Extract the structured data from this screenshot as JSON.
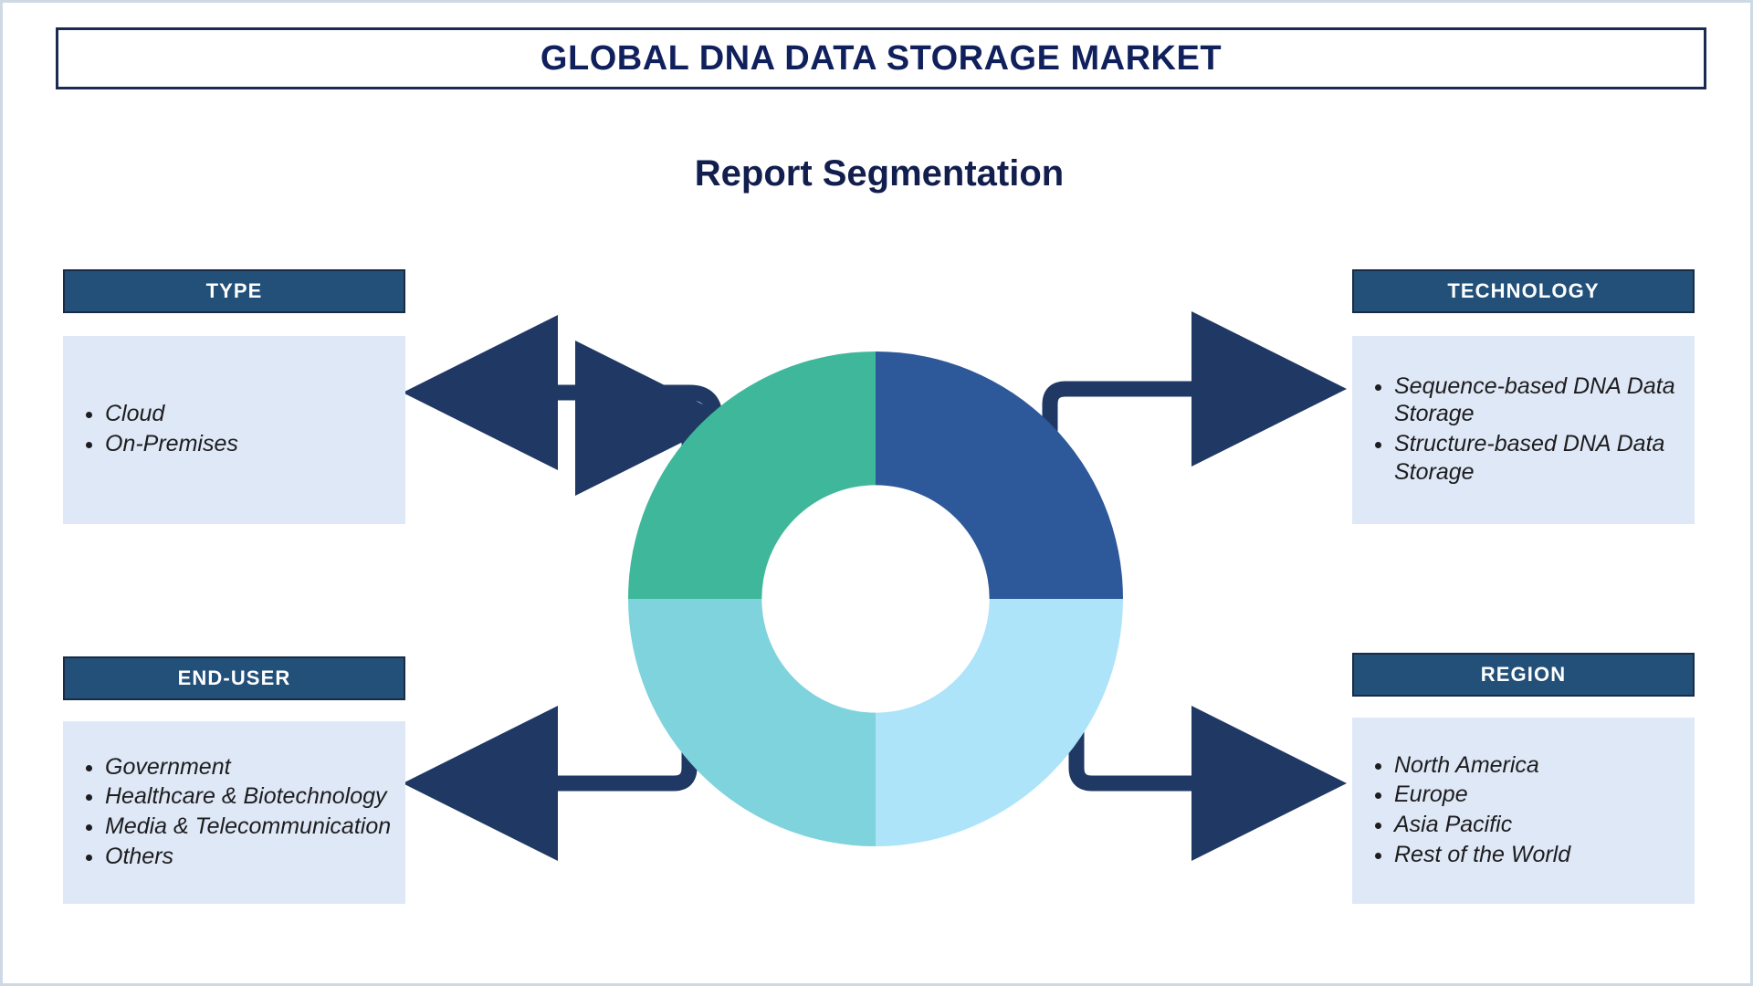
{
  "header": {
    "title": "GLOBAL DNA DATA STORAGE MARKET"
  },
  "subtitle": "Report Segmentation",
  "colors": {
    "title_text": "#10205c",
    "header_box": "#225079",
    "body_box": "#dfe8f6",
    "arrow": "#1f3864",
    "donut_top_right": "#2d5899",
    "donut_top_left": "#3fb79b",
    "donut_bottom_left": "#7ed3dd",
    "donut_bottom_right": "#ade4f9"
  },
  "sections": {
    "type": {
      "label": "TYPE",
      "items": [
        "Cloud",
        "On-Premises"
      ]
    },
    "technology": {
      "label": "TECHNOLOGY",
      "items": [
        "Sequence-based DNA Data Storage",
        "Structure-based DNA Data Storage"
      ]
    },
    "end_user": {
      "label": "END-USER",
      "items": [
        "Government",
        "Healthcare & Biotechnology",
        "Media & Telecommunication",
        "Others"
      ]
    },
    "region": {
      "label": "REGION",
      "items": [
        "North America",
        "Europe",
        "Asia Pacific",
        "Rest of the World"
      ]
    }
  },
  "chart_data": {
    "type": "pie",
    "title": "Report Segmentation",
    "variant": "donut",
    "categories": [
      "TECHNOLOGY",
      "REGION",
      "END-USER",
      "TYPE"
    ],
    "values": [
      25,
      25,
      25,
      25
    ],
    "colors": [
      "#2d5899",
      "#ade4f9",
      "#7ed3dd",
      "#3fb79b"
    ],
    "legend": "none",
    "labels_shown": false,
    "hole_ratio": 0.46
  }
}
